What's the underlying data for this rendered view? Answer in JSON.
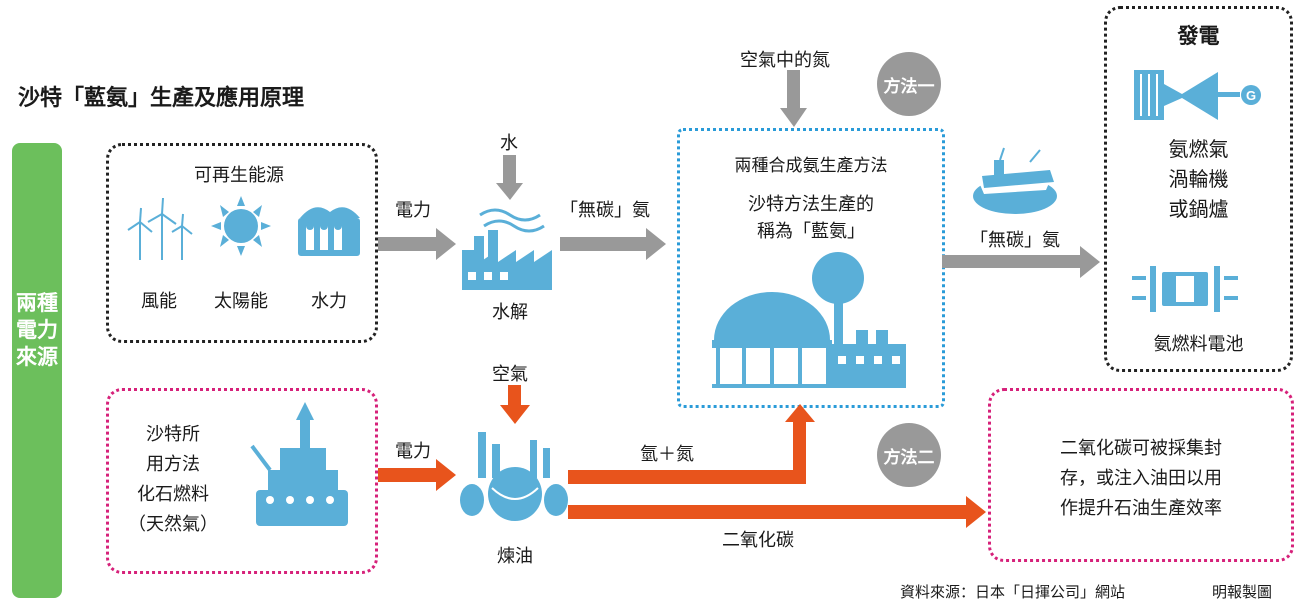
{
  "title": "沙特「藍氨」生產及應用原理",
  "sidebar_label": "兩種電力來源",
  "renewable": {
    "heading": "可再生能源",
    "items": [
      "風能",
      "太陽能",
      "水力"
    ]
  },
  "fossil": {
    "text": "沙特所\n用方法\n化石燃料\n（天然氣）"
  },
  "labels": {
    "power_top": "電力",
    "power_bottom": "電力",
    "water": "水",
    "electrolysis": "水解",
    "carbon_free_in": "「無碳」氨",
    "air_nitrogen": "空氣中的氮",
    "air": "空氣",
    "refining": "煉油",
    "hydrogen_nitrogen": "氫＋氮",
    "co2": "二氧化碳",
    "carbon_free_out": "「無碳」氨"
  },
  "synthesis": {
    "heading": "兩種合成氨生產方法",
    "desc": "沙特方法生產的\n稱為「藍氨」"
  },
  "method1": "方法一",
  "method2": "方法二",
  "generation": {
    "heading": "發電",
    "turbine": "氨燃氣\n渦輪機\n或鍋爐",
    "fuel_cell": "氨燃料電池"
  },
  "ccs_text": "二氧化碳可被採集封\n存，或注入油田以用\n作提升石油生產效率",
  "source": "資料來源：日本「日揮公司」網站",
  "credit": "明報製圖",
  "colors": {
    "green": "#6cbf5c",
    "blue": "#5aafd8",
    "orange": "#e8541c",
    "gray": "#999999",
    "pink": "#d6217a",
    "dotted_blue": "#2a9bd8"
  }
}
